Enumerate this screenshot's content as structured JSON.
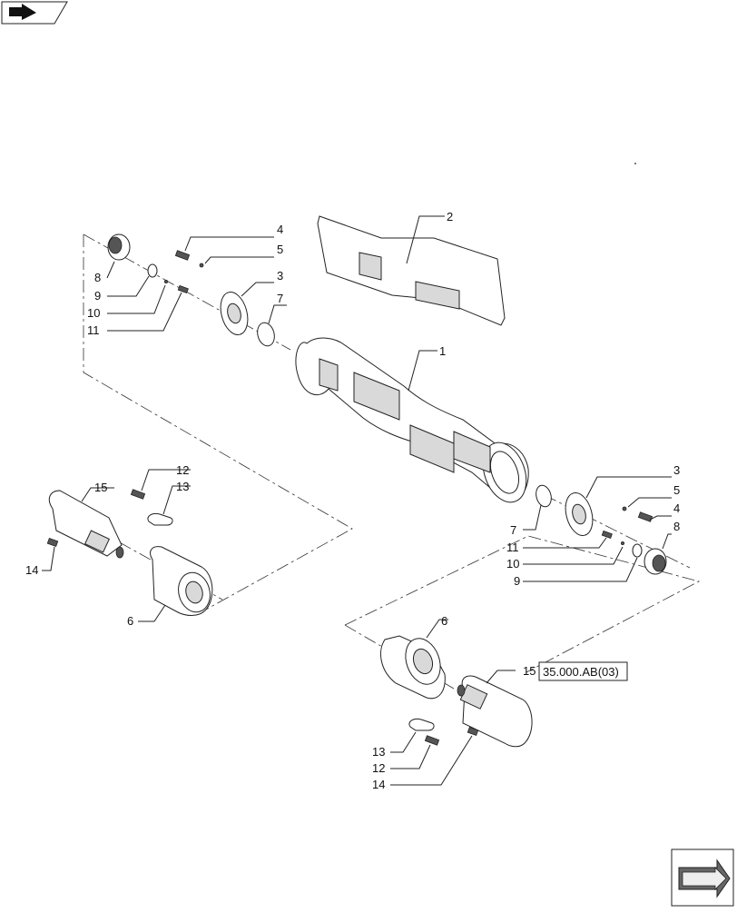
{
  "labels": {
    "l1": "1",
    "l2": "2",
    "l3a": "3",
    "l3b": "3",
    "l4a": "4",
    "l4b": "4",
    "l5a": "5",
    "l5b": "5",
    "l6a": "6",
    "l6b": "6",
    "l7a": "7",
    "l7b": "7",
    "l8a": "8",
    "l8b": "8",
    "l9a": "9",
    "l9b": "9",
    "l10a": "10",
    "l10b": "10",
    "l11a": "11",
    "l11b": "11",
    "l12a": "12",
    "l12b": "12",
    "l13a": "13",
    "l13b": "13",
    "l14a": "14",
    "l14b": "14",
    "l15a": "15",
    "l15b": "15"
  },
  "reference": "35.000.AB(03)",
  "icons": {
    "top_left": "back-arrow-icon",
    "bottom_right": "next-page-arrow-icon"
  }
}
